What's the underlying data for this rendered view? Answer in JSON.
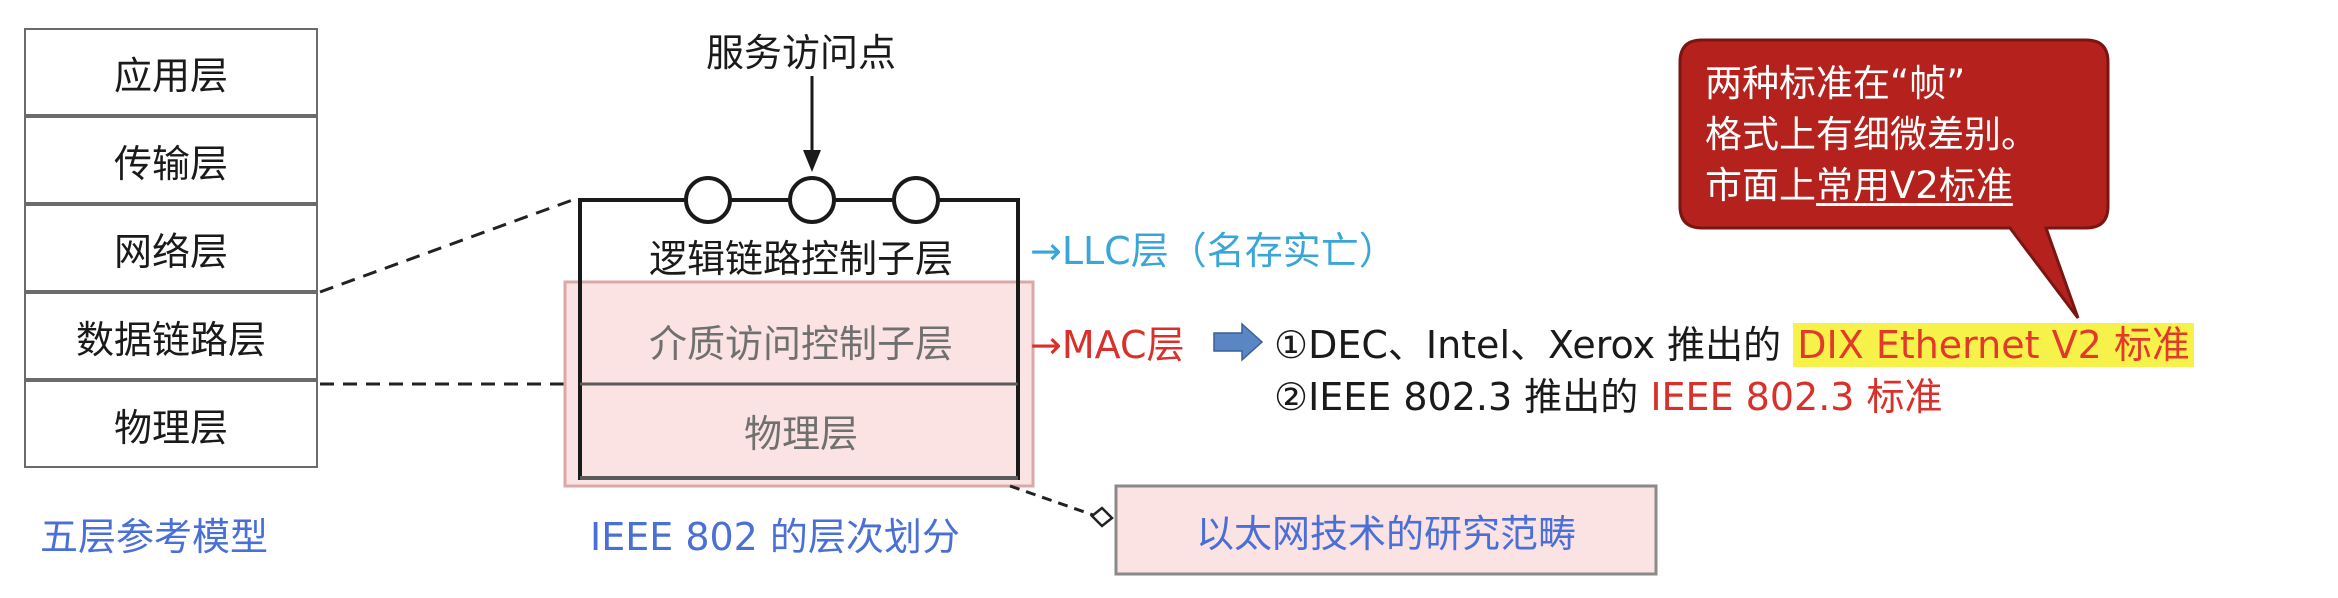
{
  "five_layer_model": {
    "layers": [
      "应用层",
      "传输层",
      "网络层",
      "数据链路层",
      "物理层"
    ],
    "caption": "五层参考模型"
  },
  "ieee802": {
    "service_access_point": "服务访问点",
    "llc_sublayer": "逻辑链路控制子层",
    "mac_sublayer": "介质访问控制子层",
    "physical_layer": "物理层",
    "caption": "IEEE 802 的层次划分"
  },
  "annotations": {
    "llc": "→LLC层（名存实亡）",
    "mac": "→MAC层",
    "standard_1_prefix": "①DEC、Intel、Xerox 推出的",
    "standard_1_name": "DIX Ethernet V2 标准",
    "standard_2_prefix": "②IEEE 802.3 推出的",
    "standard_2_name": "IEEE 802.3 标准",
    "ethernet_scope": "以太网技术的研究范畴"
  },
  "callout": {
    "line1": "两种标准在“帧”",
    "line2": "格式上有细微差别。",
    "line3_prefix": "市面上",
    "line3_underlined": "常用V2标准"
  },
  "colors": {
    "llc_blue": "#3aa6d8",
    "mac_red": "#d8302a",
    "caption_blue": "#4a6fd6",
    "callout_fill": "#b5221d",
    "highlight_yellow": "#f7f24a",
    "ethernet_box_fill": "#fbe3e3",
    "arrow_blue": "#5b86c4"
  }
}
